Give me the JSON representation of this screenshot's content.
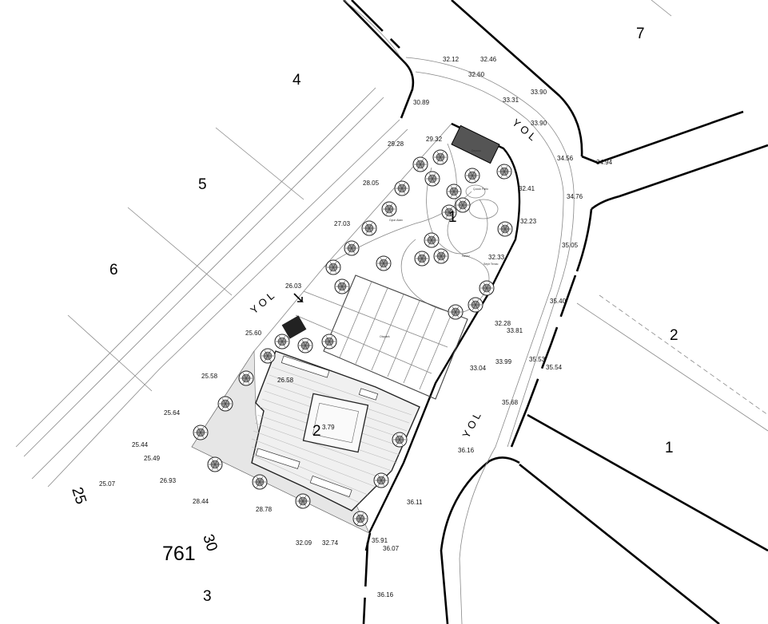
{
  "parcels": [
    {
      "id": "plot-7",
      "label": "7"
    },
    {
      "id": "plot-4",
      "label": "4"
    },
    {
      "id": "plot-5",
      "label": "5"
    },
    {
      "id": "plot-6",
      "label": "6"
    },
    {
      "id": "plot-2-east",
      "label": "2"
    },
    {
      "id": "plot-1-east",
      "label": "1"
    },
    {
      "id": "plot-3",
      "label": "3"
    },
    {
      "id": "site-area-1",
      "label": "1"
    },
    {
      "id": "site-area-2",
      "label": "2"
    }
  ],
  "block_number": "761",
  "roads": [
    {
      "id": "road-north",
      "label": "YOL"
    },
    {
      "id": "road-west",
      "label": "YOL"
    },
    {
      "id": "road-south",
      "label": "YOL"
    }
  ],
  "contours": [
    {
      "id": "contour-25",
      "label": "25"
    },
    {
      "id": "contour-30",
      "label": "30"
    }
  ],
  "elevations": [
    "32.12",
    "32.46",
    "32.60",
    "30.89",
    "33.31",
    "33.90",
    "33.90",
    "29.28",
    "29.32",
    "34.56",
    "34.94",
    "28.05",
    "32.41",
    "34.76",
    "27.03",
    "32.23",
    "35.05",
    "32.33",
    "26.03",
    "35.40",
    "25.60",
    "32.28",
    "33.81",
    "35.53",
    "33.04",
    "33.99",
    "35.54",
    "25.58",
    "26.58",
    "35.68",
    "25.64",
    "3.79",
    "25.44",
    "36.16",
    "25.49",
    "25.07",
    "26.93",
    "28.44",
    "36.11",
    "28.78",
    "32.09",
    "32.74",
    "35.91",
    "36.07",
    "36.16"
  ],
  "small_labels": [
    "Otopark",
    "Oyun Alanı",
    "Seyir Terası",
    "Çocuk Parkı",
    "Havuz",
    "Deposu"
  ]
}
